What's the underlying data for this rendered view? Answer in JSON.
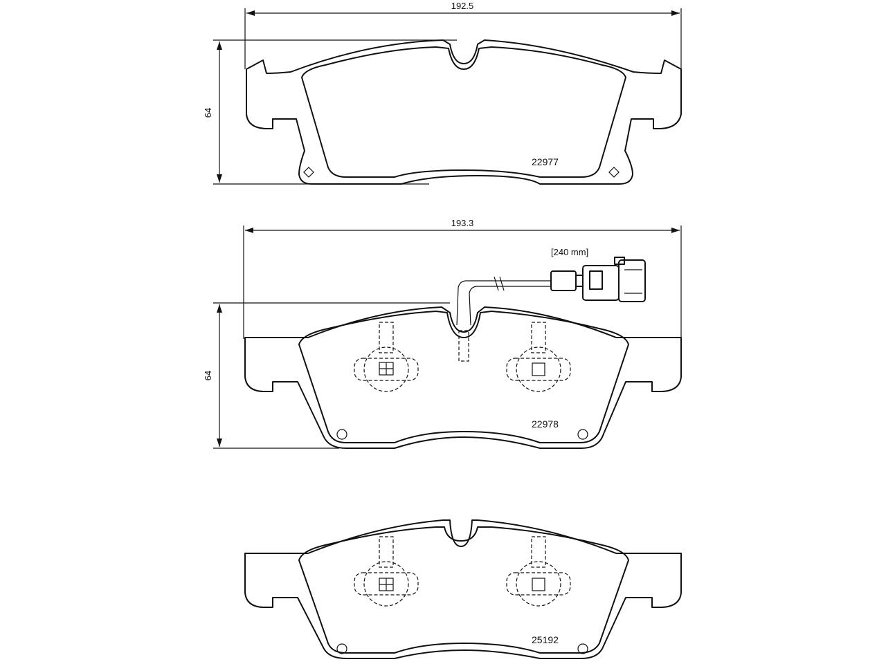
{
  "pads": [
    {
      "part_number": "22977",
      "width_label": "192.5",
      "height_label": "64"
    },
    {
      "part_number": "22978",
      "width_label": "193.3",
      "height_label": "64",
      "wire_label": "[240 mm]"
    },
    {
      "part_number": "25192"
    }
  ],
  "colors": {
    "line": "#111111",
    "background": "#ffffff"
  }
}
